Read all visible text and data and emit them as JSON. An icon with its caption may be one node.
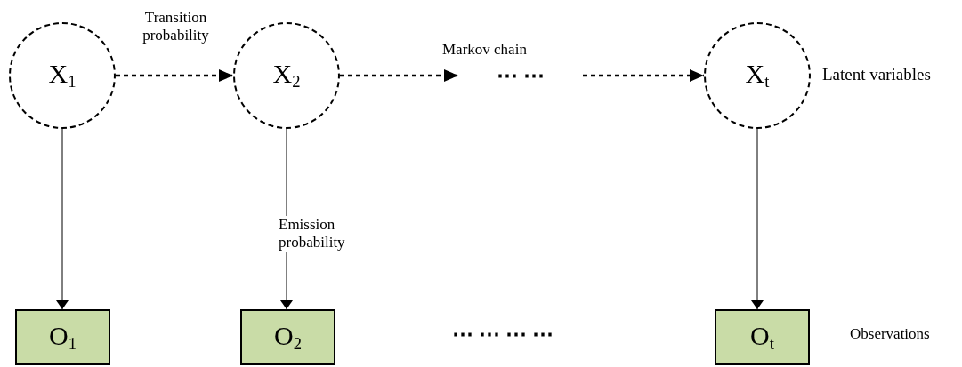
{
  "diagram": {
    "nodes": [
      {
        "text": [
          "X$_{1}$"
        ]
      },
      {
        "text": [
          "X$_{2}$"
        ]
      },
      {
        "text": [
          "⋯ ⋯"
        ]
      },
      {
        "text": [
          "X$_{t}$"
        ]
      },
      {
        "text": [
          "O$_{1}$"
        ]
      },
      {
        "text": [
          "O$_{2}$"
        ]
      },
      {
        "text": [
          "O$_{t}$"
        ]
      }
    ],
    "edges": [
      {
        "from": 0,
        "to": 1,
        "arrow": "to",
        "style": "dashed",
        "label": "Transition probability"
      },
      {
        "from": 1,
        "to": 2,
        "arrow": "to",
        "style": "dashed"
      },
      {
        "from": 2,
        "to": 3,
        "arrow": "to",
        "style": "dashed"
      },
      {
        "from": 0,
        "to": 4,
        "arrow": "to"
      },
      {
        "from": 1,
        "to": 5,
        "arrow": "to",
        "label": "Emission probability"
      },
      {
        "from": 3,
        "to": 6,
        "arrow": "to"
      }
    ],
    "labels": [
      "Markov chain",
      "Latent variables",
      "⋯ ⋯ ⋯ ⋯",
      "Observations"
    ]
  }
}
